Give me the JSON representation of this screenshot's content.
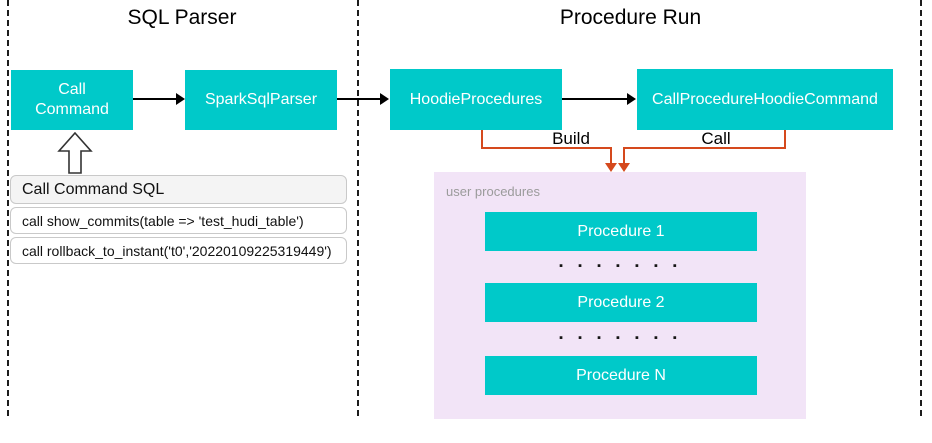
{
  "colors": {
    "node_teal": "#00c9c9",
    "connector_orange": "#d5491d",
    "user_procedures_bg": "#f2e4f7",
    "sql_header_bg": "#f4f4f4",
    "panel_border": "#c9c9c9",
    "node_text": "#ffffff",
    "muted_label": "#9b9b9b",
    "line_black": "#000000"
  },
  "sections": {
    "left": {
      "title": "SQL Parser"
    },
    "right": {
      "title": "Procedure Run"
    }
  },
  "nodes": {
    "call_command": "Call Command",
    "spark_sql_parser": "SparkSqlParser",
    "hoodie_procedures": "HoodieProcedures",
    "call_procedure_hoodie_command": "CallProcedureHoodieCommand"
  },
  "edges": {
    "build_label": "Build",
    "call_label": "Call"
  },
  "sql_panel": {
    "title": "Call Command SQL",
    "rows": [
      "call show_commits(table => 'test_hudi_table')",
      "call rollback_to_instant('t0','20220109225319449')"
    ]
  },
  "user_procedures": {
    "label": "user procedures",
    "items": [
      "Procedure 1",
      "Procedure 2",
      "Procedure N"
    ],
    "dots": "▪ ▪ ▪ ▪ ▪ ▪ ▪"
  }
}
